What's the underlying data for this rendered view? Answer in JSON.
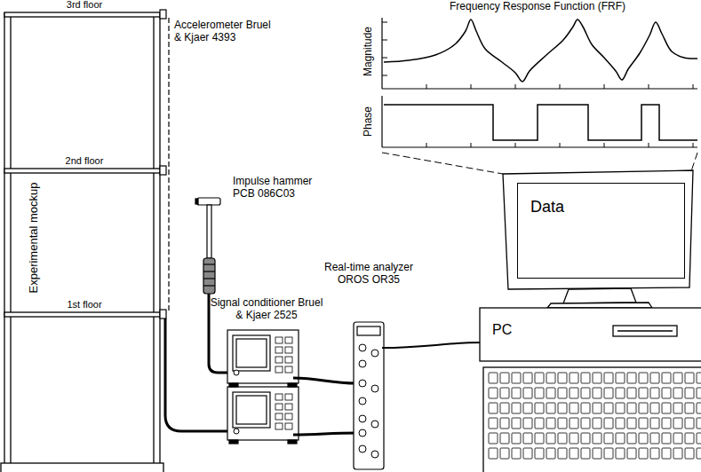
{
  "diagram": {
    "nodes": [
      {
        "text": [
          "Data"
        ]
      },
      {
        "text": [
          "PC"
        ]
      }
    ],
    "labels": [
      "3rd floor",
      "2nd floor",
      "1st floor",
      "Experimental mockup",
      "Accelerometer Bruel & Kjaer 4393",
      "Impulse hammer PCB 086C03",
      "Signal conditioner Bruel & Kjaer 2525",
      "Real-time analyzer OROS OR35",
      "Frequency Response Function (FRF)",
      "Magnitude",
      "Phase"
    ]
  }
}
